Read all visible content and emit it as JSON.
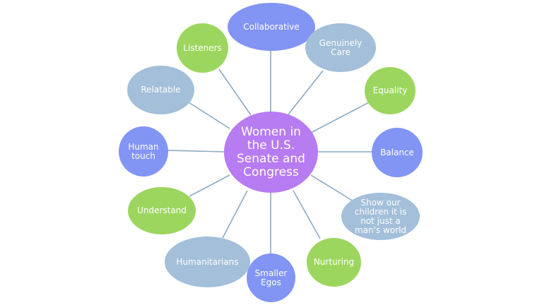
{
  "center": {
    "label": "Women in\nthe U.S.\nSenate and\nCongress",
    "color": "#b77bf2"
  },
  "colors": {
    "blue": "#8295f5",
    "green": "#9dd65f",
    "gray": "#a3bfd9",
    "connector": "#8aaac4"
  },
  "nodes": [
    {
      "id": "collaborative",
      "label": "Collaborative",
      "color": "blue"
    },
    {
      "id": "genuinely-care",
      "label": "Genuinely\nCare",
      "color": "gray"
    },
    {
      "id": "equality",
      "label": "Equality",
      "color": "green"
    },
    {
      "id": "balance",
      "label": "Balance",
      "color": "blue"
    },
    {
      "id": "show-our-children",
      "label": "Show our\nchildren it is\nnot just a\nman's world",
      "color": "gray"
    },
    {
      "id": "nurturing",
      "label": "Nurturing",
      "color": "green"
    },
    {
      "id": "smaller-egos",
      "label": "Smaller\nEgos",
      "color": "blue"
    },
    {
      "id": "humanitarians",
      "label": "Humanitarians",
      "color": "gray"
    },
    {
      "id": "understand",
      "label": "Understand",
      "color": "green"
    },
    {
      "id": "human-touch",
      "label": "Human\ntouch",
      "color": "blue"
    },
    {
      "id": "relatable",
      "label": "Relatable",
      "color": "gray"
    },
    {
      "id": "listeners",
      "label": "Listeners",
      "color": "green"
    }
  ]
}
